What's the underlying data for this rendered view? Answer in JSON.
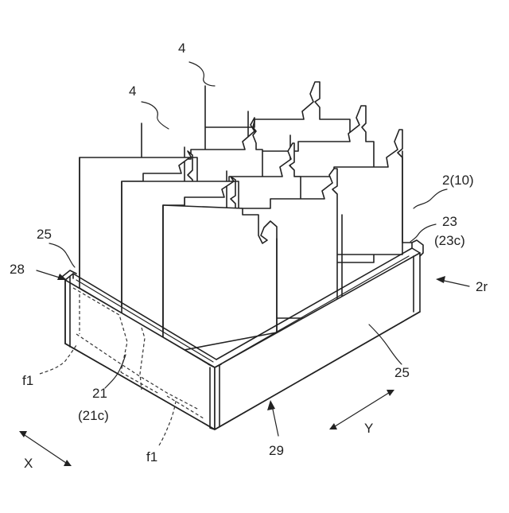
{
  "labels": {
    "card_top": "4",
    "card_mid": "4",
    "tray": "2(10)",
    "wall_right_num": "23",
    "wall_right_sub": "(23c)",
    "corner_left": "25",
    "corner_28": "28",
    "view_2r": "2r",
    "front_right_panel": "25",
    "f1_left": "f1",
    "wall_front_num": "21",
    "wall_front_sub": "(21c)",
    "f1_bottom": "f1",
    "bottom_29": "29",
    "axis_y": "Y",
    "axis_x": "X"
  }
}
